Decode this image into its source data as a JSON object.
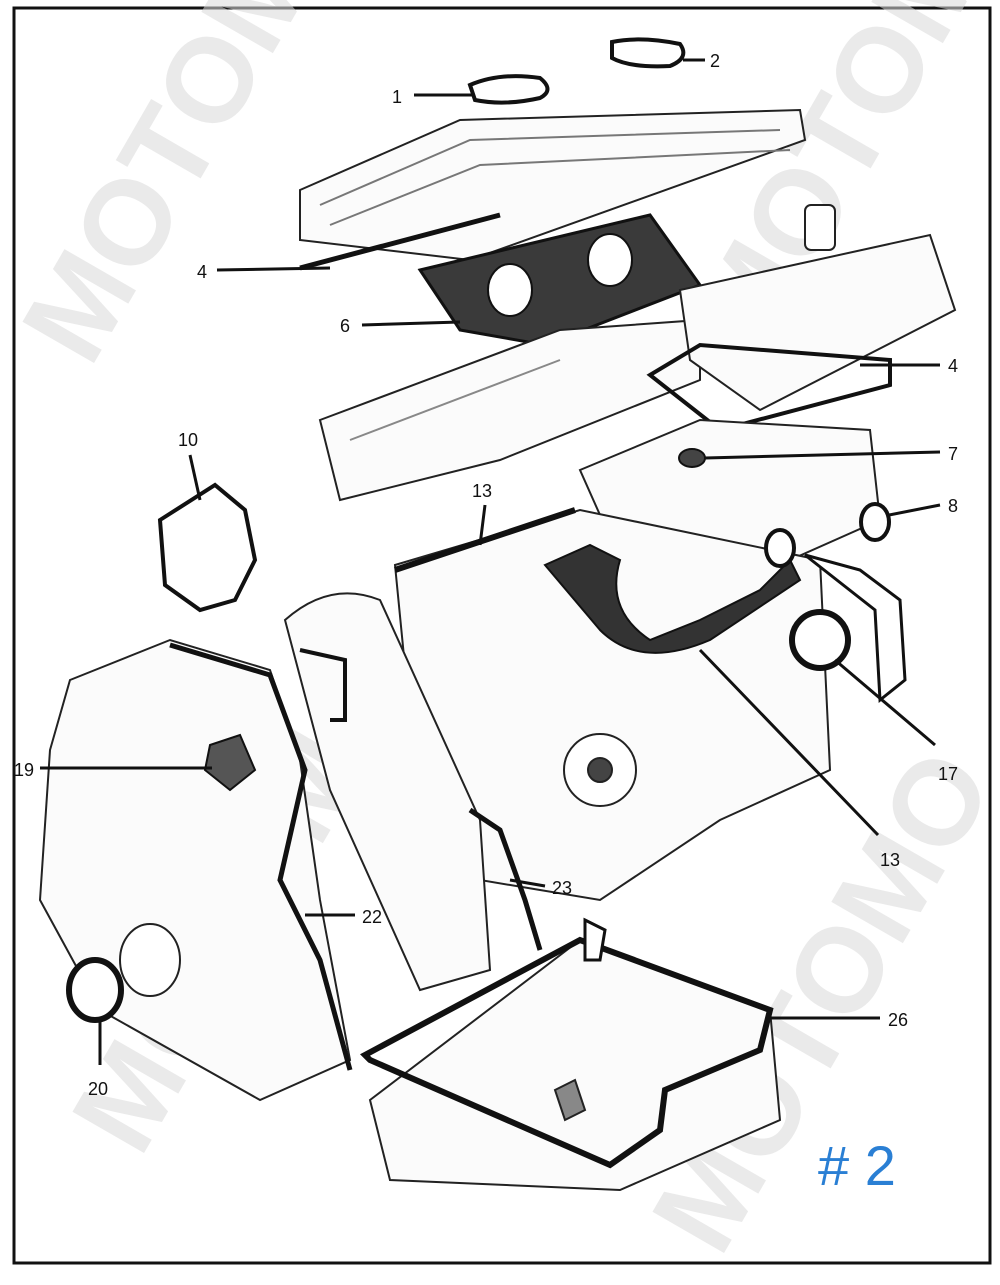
{
  "watermark": "MOTOMO",
  "diagram_tag": "# 2",
  "callouts": [
    "1",
    "2",
    "4",
    "6",
    "4",
    "10",
    "7",
    "13",
    "8",
    "19",
    "17",
    "13",
    "23",
    "22",
    "26",
    "20"
  ]
}
